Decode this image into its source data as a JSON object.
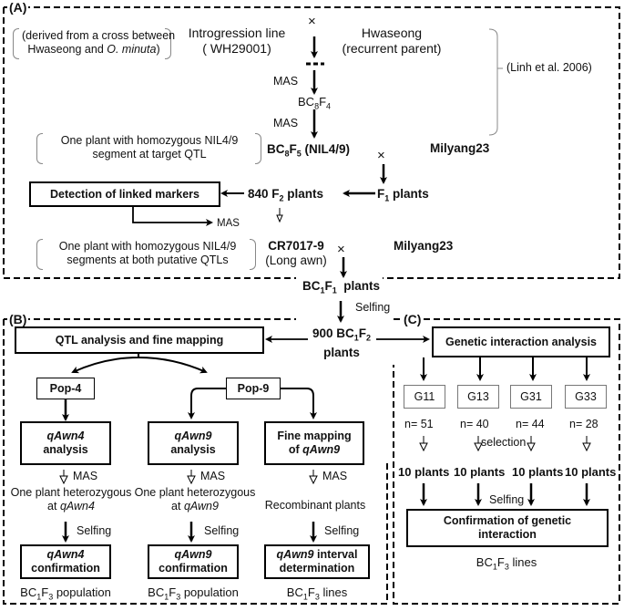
{
  "sections": {
    "a": "(A)",
    "b": "(B)",
    "c": "(C)"
  },
  "partA": {
    "derived_note": "(derived from a cross between Hwaseong and O. minuta)",
    "derived_line1": "(derived from a cross between",
    "derived_line2a": "Hwaseong and ",
    "derived_line2b": "O. minuta",
    "derived_line2c": ")",
    "introgression_line1": "Introgression line",
    "introgression_line2": "( WH29001)",
    "hwaseong_line1": "Hwaseong",
    "hwaseong_line2": "(recurrent parent)",
    "citation": "(Linh et al. 2006)",
    "mas": "MAS",
    "bc8f4": "BC8F4",
    "one_plant_nil_1": "One plant with homozygous NIL4/9",
    "one_plant_nil_2": "segment at target QTL",
    "bc8f5": "BC8F5 (NIL4/9)",
    "milyang23": "Milyang23",
    "detection_box": "Detection of linked markers",
    "f2_plants": "840 F2 plants",
    "f1_plants": "F1 plants",
    "one_plant_both_1": "One plant with homozygous NIL4/9",
    "one_plant_both_2": "segments at both putative QTLs",
    "cr7017_line1": "CR7017-9",
    "cr7017_line2": "(Long awn)",
    "bc1f1": "BC1F1 plants",
    "selfing": "Selfing",
    "bc1f2_line1": "900 BC1F2",
    "bc1f2_line2": "plants",
    "cross_symbol": "×"
  },
  "partB": {
    "qtl_box": "QTL analysis and fine mapping",
    "pop4": "Pop-4",
    "pop9": "Pop-9",
    "qawn4": "qAwn4",
    "qawn9": "qAwn9",
    "analysis": "analysis",
    "fine_mapping_1": "Fine mapping",
    "fine_mapping_2": "of ",
    "mas": "MAS",
    "het_line1": "One plant heterozygous",
    "het4_line2": "at ",
    "recombinant": "Recombinant plants",
    "selfing": "Selfing",
    "confirmation": "confirmation",
    "interval_1": " interval",
    "interval_2": "determination",
    "bc1f3_population": "BC1F3 population",
    "bc1f3_lines": "BC1F3 lines"
  },
  "partC": {
    "genetic_box": "Genetic interaction analysis",
    "groups": [
      {
        "name": "G11",
        "n": "n= 51",
        "plants": "10 plants"
      },
      {
        "name": "G13",
        "n": "n= 40",
        "plants": "10 plants"
      },
      {
        "name": "G31",
        "n": "n= 44",
        "plants": "10 plants"
      },
      {
        "name": "G33",
        "n": "n= 28",
        "plants": "10 plants"
      }
    ],
    "selection": "selection",
    "selfing": "Selfing",
    "confirm_1": "Confirmation of genetic",
    "confirm_2": "interaction",
    "bc1f3_lines": "BC1F3 lines"
  }
}
